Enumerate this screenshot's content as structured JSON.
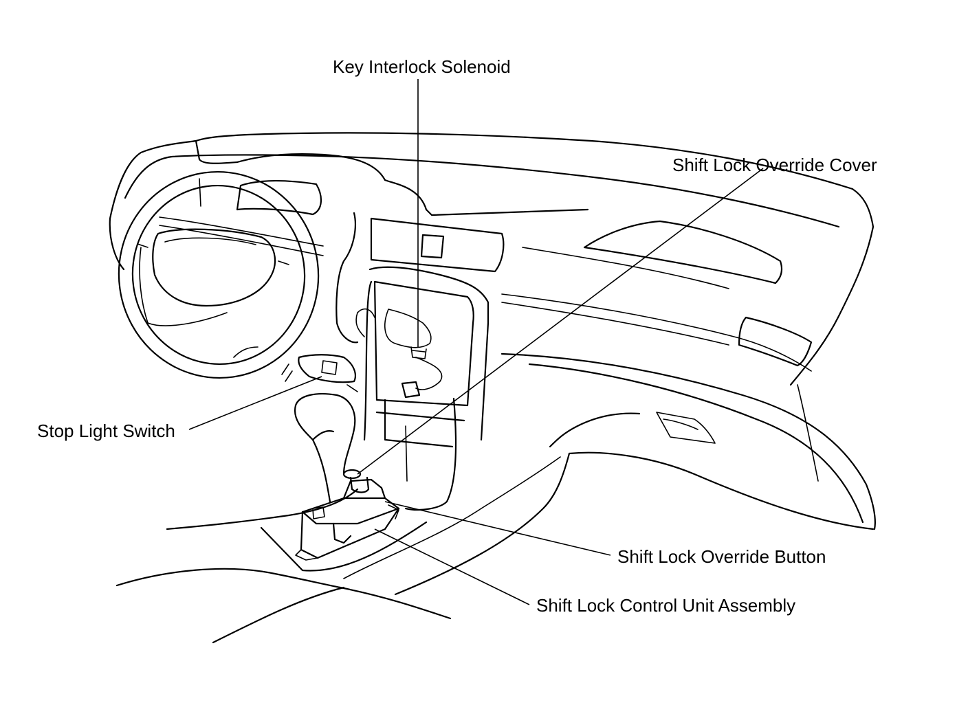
{
  "labels": {
    "key_interlock_solenoid": "Key Interlock Solenoid",
    "shift_lock_override_cover": "Shift Lock Override Cover",
    "stop_light_switch": "Stop Light Switch",
    "shift_lock_override_button": "Shift Lock Override Button",
    "shift_lock_control_unit_assembly": "Shift Lock Control Unit Assembly"
  },
  "colors": {
    "line": "#000000",
    "background": "#ffffff"
  }
}
